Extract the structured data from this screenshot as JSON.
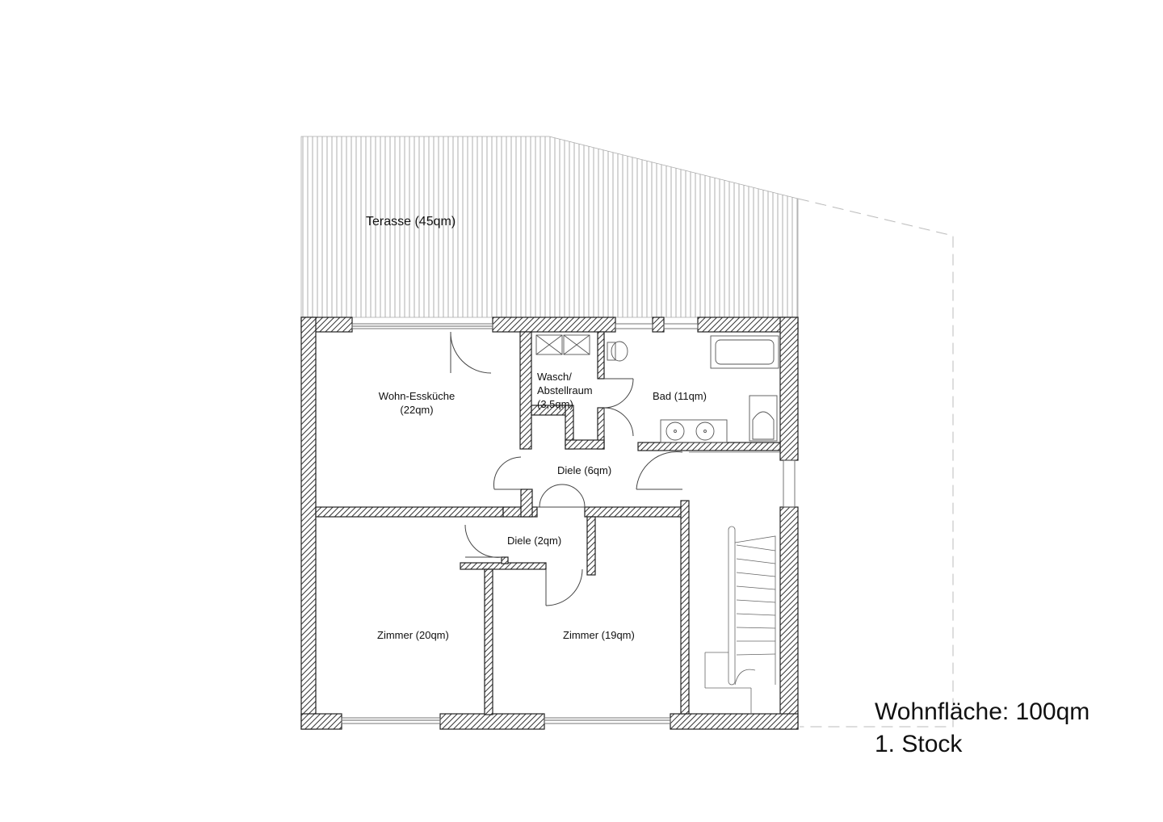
{
  "rooms": {
    "terrace": "Terasse (45qm)",
    "living_line1": "Wohn-Essküche",
    "living_line2": "(22qm)",
    "utility_line1": "Wasch/",
    "utility_line2": "Abstellraum",
    "utility_line3": "(3,5qm)",
    "bath": "Bad (11qm)",
    "hall_large": "Diele (6qm)",
    "hall_small": "Diele (2qm)",
    "room_left": "Zimmer (20qm)",
    "room_right": "Zimmer (19qm)"
  },
  "summary": {
    "living_area": "Wohnfläche: 100qm",
    "floor": "1. Stock"
  },
  "colors": {
    "wall_hatch": "#333333",
    "line": "#444444",
    "terrace_hatch": "#9a9a9a"
  }
}
